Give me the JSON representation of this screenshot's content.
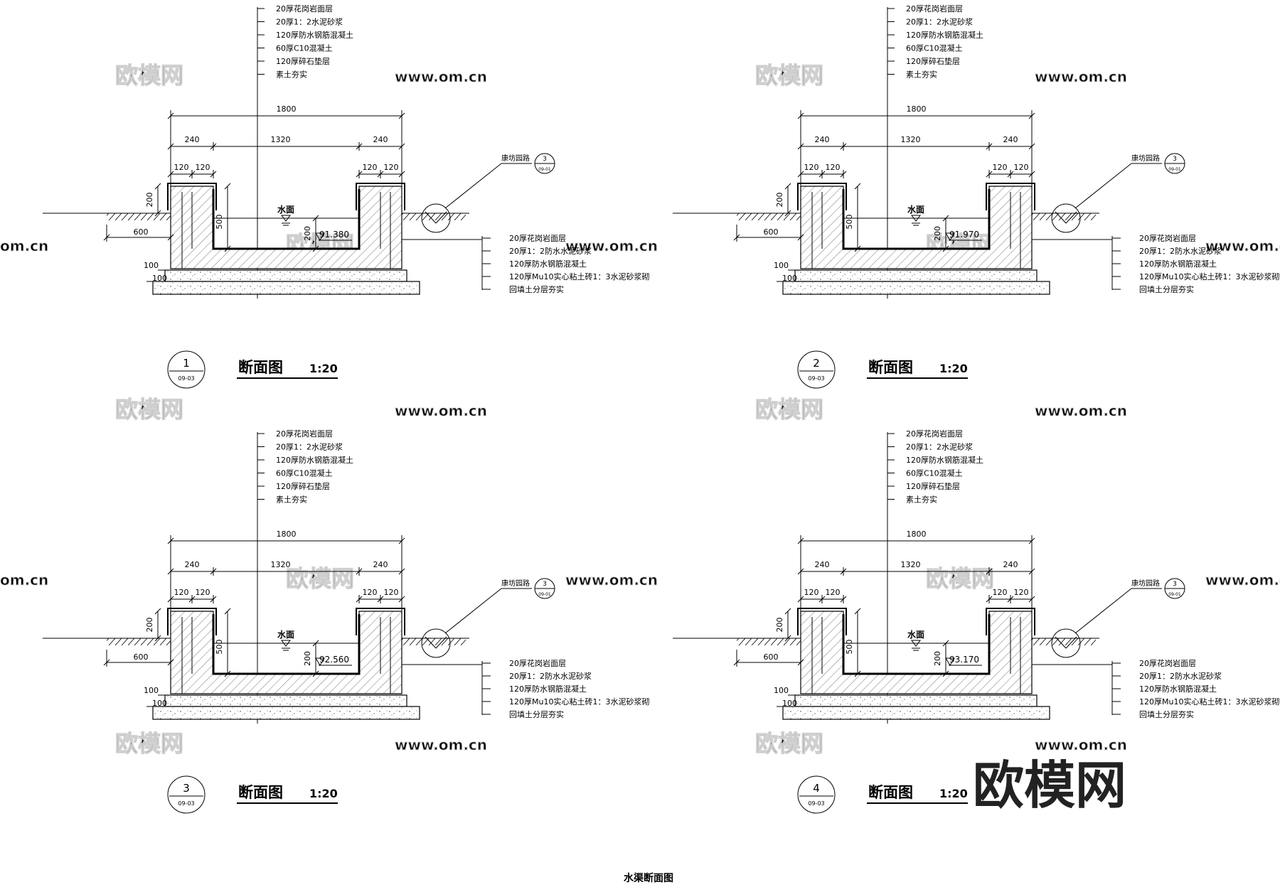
{
  "sheet": {
    "title": "水渠断面图",
    "logo": "欧模网",
    "watermark_text": "欧模网",
    "watermark_url": "www.om.cn",
    "watermark_url_partial": "om.cn"
  },
  "sections": [
    {
      "number": "1",
      "sheet_ref": "09-03",
      "title": "断面图",
      "scale": "1:20",
      "elevation": "91.380",
      "water_label": "水面",
      "road_label": "康坊园路",
      "road_ref_num": "3",
      "road_ref_sheet": "09-01",
      "dims": {
        "overall": "1800",
        "left_wall": "240",
        "inner": "1320",
        "right_wall": "240",
        "half_a": "120",
        "half_b": "120",
        "half_c": "120",
        "half_d": "120",
        "curb_height": "200",
        "depth": "500",
        "water_depth": "200",
        "foot": "600",
        "base1": "100",
        "base2": "100"
      },
      "upper_layers": [
        "20厚花岗岩面层",
        "20厚1：2水泥砂浆",
        "120厚防水钢筋混凝土",
        "60厚C10混凝土",
        "120厚碎石垫层",
        "素土夯实"
      ],
      "lower_layers": [
        "20厚花岗岩面层",
        "20厚1：2防水水泥砂浆",
        "120厚防水钢筋混凝土",
        "120厚Mu10实心粘土砖1：3水泥砂浆砌",
        "回填土分层夯实"
      ]
    },
    {
      "number": "2",
      "sheet_ref": "09-03",
      "title": "断面图",
      "scale": "1:20",
      "elevation": "91.970",
      "water_label": "水面",
      "road_label": "康坊园路",
      "road_ref_num": "3",
      "road_ref_sheet": "09-01",
      "dims": {
        "overall": "1800",
        "left_wall": "240",
        "inner": "1320",
        "right_wall": "240",
        "half_a": "120",
        "half_b": "120",
        "half_c": "120",
        "half_d": "120",
        "curb_height": "200",
        "depth": "500",
        "water_depth": "200",
        "foot": "600",
        "base1": "100",
        "base2": "100"
      },
      "upper_layers": [
        "20厚花岗岩面层",
        "20厚1：2水泥砂浆",
        "120厚防水钢筋混凝土",
        "60厚C10混凝土",
        "120厚碎石垫层",
        "素土夯实"
      ],
      "lower_layers": [
        "20厚花岗岩面层",
        "20厚1：2防水水泥砂浆",
        "120厚防水钢筋混凝土",
        "120厚Mu10实心粘土砖1：3水泥砂浆砌",
        "回填土分层夯实"
      ]
    },
    {
      "number": "3",
      "sheet_ref": "09-03",
      "title": "断面图",
      "scale": "1:20",
      "elevation": "92.560",
      "water_label": "水面",
      "road_label": "康坊园路",
      "road_ref_num": "3",
      "road_ref_sheet": "09-01",
      "dims": {
        "overall": "1800",
        "left_wall": "240",
        "inner": "1320",
        "right_wall": "240",
        "half_a": "120",
        "half_b": "120",
        "half_c": "120",
        "half_d": "120",
        "curb_height": "200",
        "depth": "500",
        "water_depth": "200",
        "foot": "600",
        "base1": "100",
        "base2": "100"
      },
      "upper_layers": [
        "20厚花岗岩面层",
        "20厚1：2水泥砂浆",
        "120厚防水钢筋混凝土",
        "60厚C10混凝土",
        "120厚碎石垫层",
        "素土夯实"
      ],
      "lower_layers": [
        "20厚花岗岩面层",
        "20厚1：2防水水泥砂浆",
        "120厚防水钢筋混凝土",
        "120厚Mu10实心粘土砖1：3水泥砂浆砌",
        "回填土分层夯实"
      ]
    },
    {
      "number": "4",
      "sheet_ref": "09-03",
      "title": "断面图",
      "scale": "1:20",
      "elevation": "93.170",
      "water_label": "水面",
      "road_label": "康坊园路",
      "road_ref_num": "3",
      "road_ref_sheet": "09-01",
      "dims": {
        "overall": "1800",
        "left_wall": "240",
        "inner": "1320",
        "right_wall": "240",
        "half_a": "120",
        "half_b": "120",
        "half_c": "120",
        "half_d": "120",
        "curb_height": "200",
        "depth": "500",
        "water_depth": "200",
        "foot": "600",
        "base1": "100",
        "base2": "100"
      },
      "upper_layers": [
        "20厚花岗岩面层",
        "20厚1：2水泥砂浆",
        "120厚防水钢筋混凝土",
        "60厚C10混凝土",
        "120厚碎石垫层",
        "素土夯实"
      ],
      "lower_layers": [
        "20厚花岗岩面层",
        "20厚1：2防水水泥砂浆",
        "120厚防水钢筋混凝土",
        "120厚Mu10实心粘土砖1：3水泥砂浆砌",
        "回填土分层夯实"
      ]
    }
  ]
}
